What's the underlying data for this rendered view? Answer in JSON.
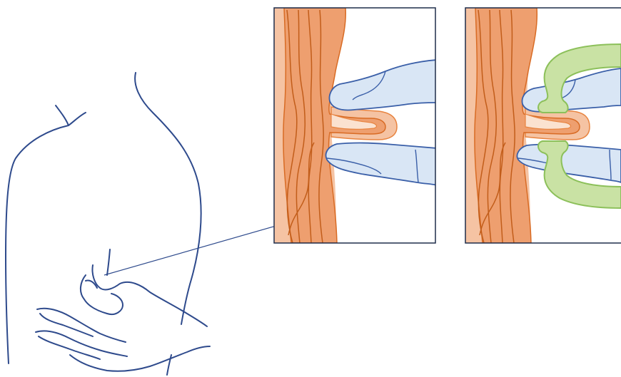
{
  "figure": {
    "panels": [
      {
        "name": "body-outline",
        "description_icon": "arm-pinching-skin"
      },
      {
        "name": "skin-fold-detail",
        "description_icon": "fingers-pinching-skin-layer"
      },
      {
        "name": "skin-fold-with-device",
        "description_icon": "fingers-pinching-skin-with-clip"
      }
    ],
    "colors": {
      "outline": "#2e4a8c",
      "skin_light": "#f5c3a3",
      "skin_dark": "#ee9f6f",
      "skin_line": "#d86b24",
      "glove_fill": "#d9e6f5",
      "glove_line": "#3a5fa8",
      "clip_fill": "#c9e2a4",
      "clip_line": "#8cc05a",
      "frame": "#1f2d4a"
    }
  }
}
